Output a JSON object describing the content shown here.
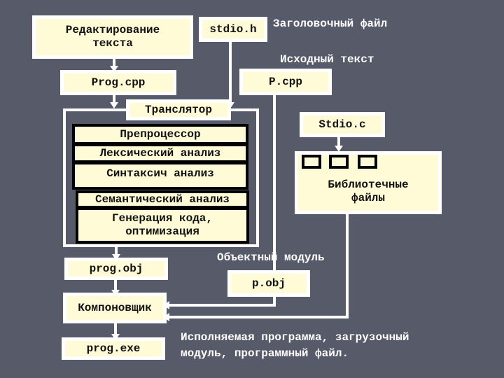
{
  "boxes": {
    "edit": [
      "Редактирование",
      "текста"
    ],
    "stdio_h": "stdio.h",
    "prog_cpp": "Prog.cpp",
    "p_cpp": "P.cpp",
    "translator": "Транслятор",
    "stdio_c": "Stdio.c",
    "library": [
      "Библиотечные",
      "файлы"
    ],
    "prog_obj": "prog.obj",
    "p_obj": "p.obj",
    "linker": "Компоновщик",
    "prog_exe": "prog.exe"
  },
  "translator_stages": [
    "Препроцессор",
    "Лексический анализ",
    "Синтаксич анализ",
    "Семантический анализ",
    [
      "Генерация кода,",
      "оптимизация"
    ]
  ],
  "labels": {
    "header_file": "Заголовочный файл",
    "source_text": "Исходный текст",
    "object_module": "Объектный модуль",
    "executable": [
      "Исполняемая программа, загрузочный",
      "модуль, программный файл."
    ]
  },
  "colors": {
    "background": "#575a69",
    "box_fill": "#fffbd6",
    "box_border": "#ffffff",
    "text_light": "#ffffff"
  }
}
